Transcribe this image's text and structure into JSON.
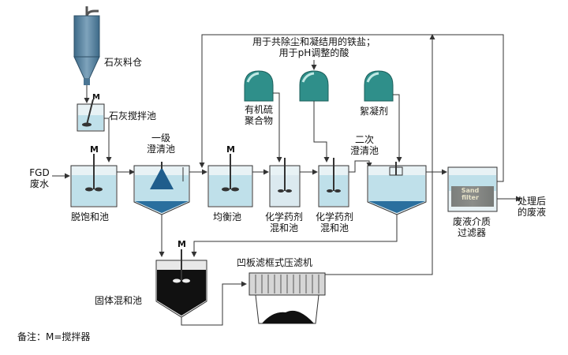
{
  "labels": {
    "lime_silo": "石灰料仓",
    "lime_mix_tank": "石灰搅拌池",
    "fgd_wastewater": [
      "FGD",
      "废水"
    ],
    "saturation_tank": "脱饱和池",
    "primary_clarifier": [
      "一级",
      "澄清池"
    ],
    "equalization_tank": "均衡池",
    "chem_tank_1": [
      "化学药剂",
      "混和池"
    ],
    "chem_tank_2": [
      "化学药剂",
      "混和池"
    ],
    "secondary_clarifier": [
      "二次",
      "澄清池"
    ],
    "organosulfide": [
      "有机硫",
      "聚合物"
    ],
    "flocculant": "絮凝剂",
    "top_note": [
      "用于共除尘和凝结用的铁盐；",
      "用于pH调整的酸"
    ],
    "media_filter": [
      "废液介质",
      "过滤器"
    ],
    "treated_effluent": [
      "处理后",
      "的废液"
    ],
    "solids_mix_tank": "固体混和池",
    "filter_press": "凹板滤框式压滤机",
    "sand_filter": [
      "Sand",
      "filter"
    ],
    "legend_note": "备注：M=搅拌器"
  },
  "mixer_symbol": "M",
  "colors": {
    "water": "#bfe0ea",
    "water_dark": "#2a6f9e",
    "silo": "#5b87a3",
    "tank_gray": "#9aa4aa",
    "sludge": "#111111",
    "line": "#333333"
  }
}
